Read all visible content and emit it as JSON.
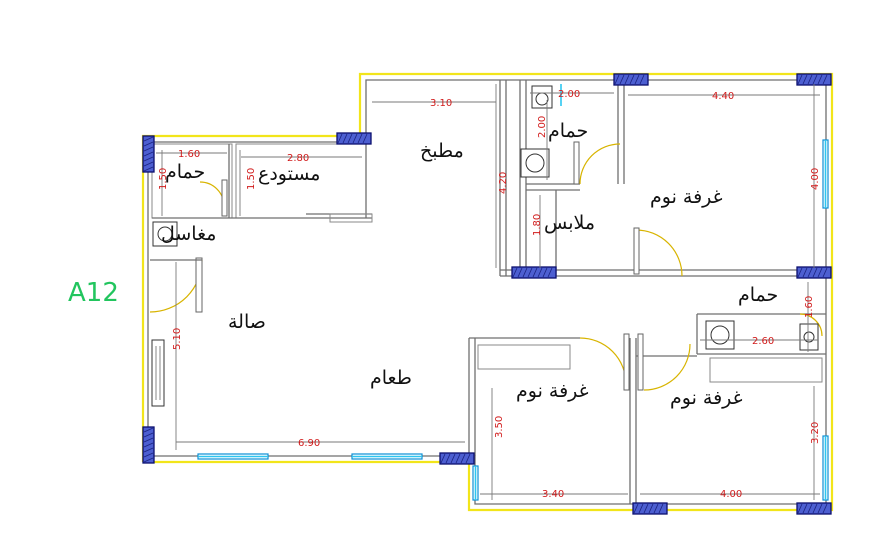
{
  "plan_label": "A12",
  "rooms": {
    "living": "صالة",
    "dining": "طعام",
    "kitchen": "مطبخ",
    "storage": "مستودع",
    "bath_left": "حمام",
    "washbasin": "مغاسل",
    "bath_top": "حمام",
    "closet": "ملابس",
    "bedroom_top": "غرفة نوم",
    "bath_right": "حمام",
    "bedroom_bottom_left": "غرفة نوم",
    "bedroom_bottom_right": "غرفة نوم"
  },
  "dimensions": {
    "bath_left_width": "1.60",
    "bath_left_height": "1.50",
    "storage_width": "2.80",
    "storage_height": "1.50",
    "kitchen_width": "3.10",
    "kitchen_height": "4.20",
    "bath_top_width": "2.00",
    "bath_top_height": "2.00",
    "closet_height": "1.80",
    "bedroom_top_width": "4.40",
    "bedroom_top_height": "4.00",
    "living_height": "5.10",
    "living_width": "6.90",
    "bath_right_width": "2.60",
    "bath_right_height": "1.60",
    "bedroom_bl_height": "3.50",
    "bedroom_bl_width": "3.40",
    "bedroom_br_width": "4.00",
    "bedroom_br_height": "3.20"
  },
  "colors": {
    "outline": "#f2e51a",
    "column": "#4d5fd1",
    "window": "#2dc6f0",
    "dimension_text": "#d11b1b",
    "plan_label": "#22c55e"
  }
}
